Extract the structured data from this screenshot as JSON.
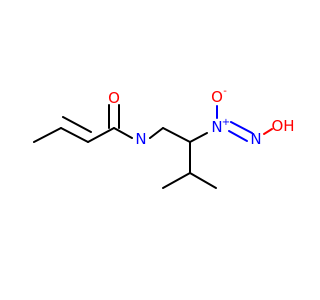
{
  "molecule": {
    "atoms": {
      "o_carbonyl": {
        "label": "O",
        "color": "#ff0000"
      },
      "n_amide": {
        "label": "N",
        "color": "#0000ff"
      },
      "n_oxide": {
        "label": "N",
        "color": "#0000ff",
        "charge": "+"
      },
      "o_oxide": {
        "label": "O",
        "color": "#ff0000",
        "charge": "-"
      },
      "n_azo": {
        "label": "N",
        "color": "#0000ff"
      },
      "oh": {
        "label": "OH",
        "color": "#ff0000"
      }
    },
    "colors": {
      "bond": "#000000",
      "oxygen": "#ff0000",
      "nitrogen": "#0000ff"
    }
  }
}
